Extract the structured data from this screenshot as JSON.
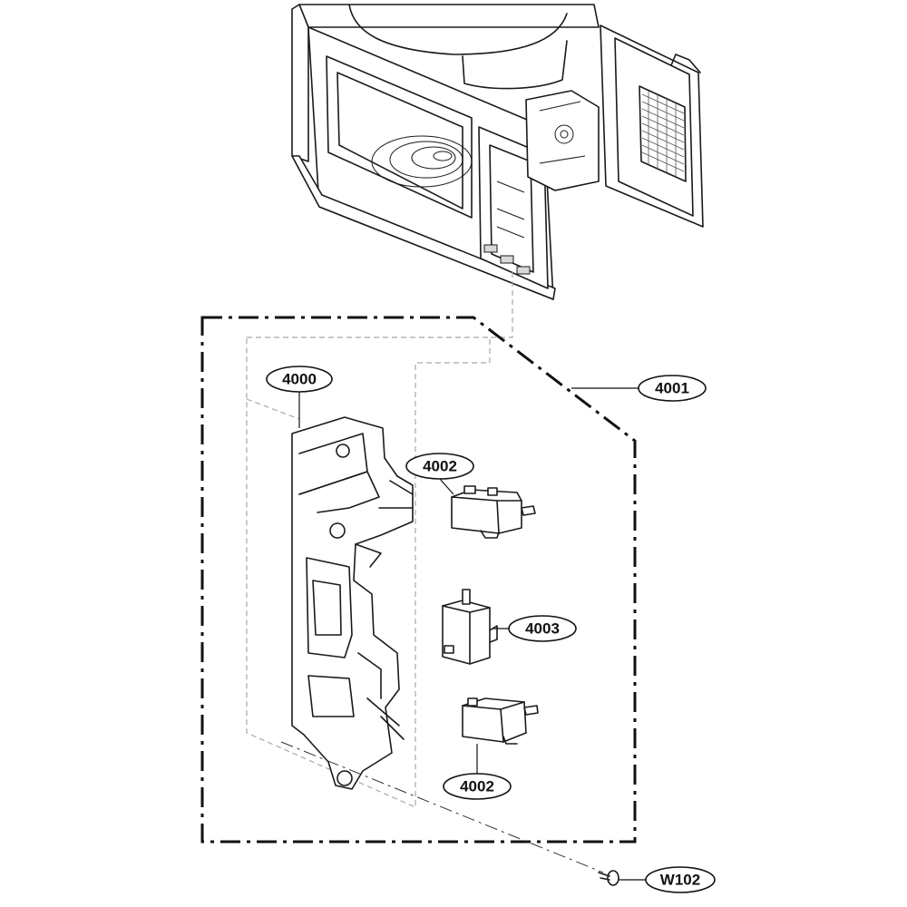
{
  "callouts": {
    "p4000": "4000",
    "p4001": "4001",
    "p4002_top": "4002",
    "p4003": "4003",
    "p4002_bottom": "4002",
    "pW102": "W102"
  },
  "colors": {
    "line": "#1a1a1a",
    "inner_dash": "#a8a8a8",
    "background": "#ffffff"
  }
}
